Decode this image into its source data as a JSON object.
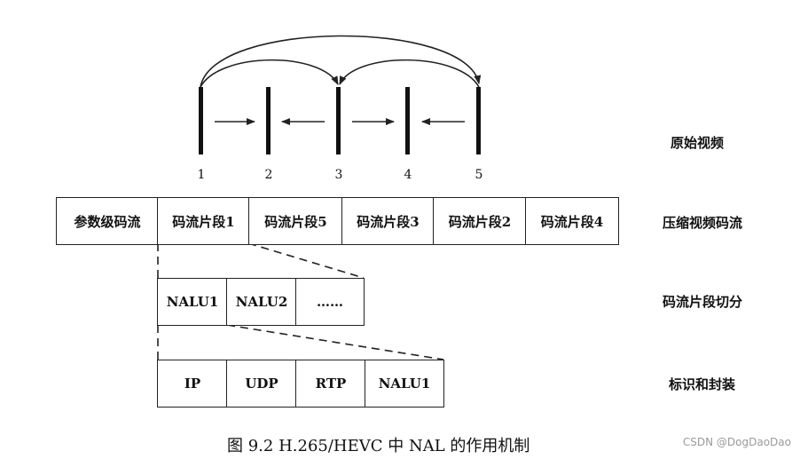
{
  "frames": [
    "1",
    "2",
    "3",
    "4",
    "5"
  ],
  "stream_segments": [
    "参数级码流",
    "码流片段1",
    "码流片段5",
    "码流片段3",
    "码流片段2",
    "码流片段4"
  ],
  "nalu_cells": [
    "NALU1",
    "NALU2",
    "……"
  ],
  "packet_cells": [
    "IP",
    "UDP",
    "RTP",
    "NALU1"
  ],
  "row_labels": {
    "original_video": "原始视频",
    "compressed_stream": "压缩视频码流",
    "segment_split": "码流片段切分",
    "identify_encapsulate": "标识和封装"
  },
  "caption": "图 9.2    H.265/HEVC 中 NAL 的作用机制",
  "watermark": "CSDN @DogDaoDao"
}
